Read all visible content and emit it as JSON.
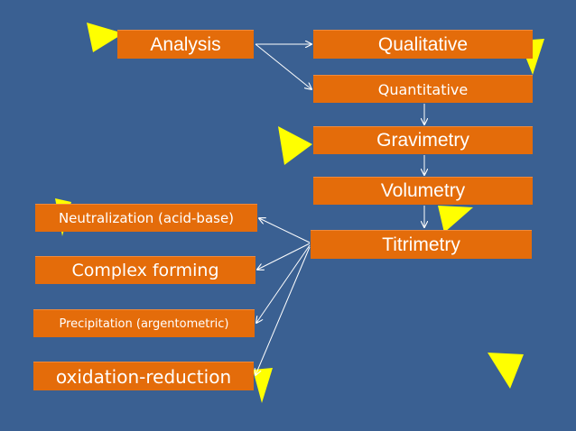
{
  "diagram": {
    "nodes": {
      "analysis": "Analysis",
      "qualitative": "Qualitative",
      "quantitative": "Quantitative",
      "gravimetry": "Gravimetry",
      "volumetry": "Volumetry",
      "titrimetry": "Titrimetry",
      "neutralization": "Neutralization (acid-base)",
      "complex_forming": "Complex forming",
      "precipitation": "Precipitation (argentometric)",
      "oxidation_reduction": "oxidation-reduction"
    },
    "edges": [
      [
        "analysis",
        "qualitative"
      ],
      [
        "analysis",
        "quantitative"
      ],
      [
        "quantitative",
        "gravimetry"
      ],
      [
        "gravimetry",
        "volumetry"
      ],
      [
        "volumetry",
        "titrimetry"
      ],
      [
        "titrimetry",
        "neutralization"
      ],
      [
        "titrimetry",
        "complex_forming"
      ],
      [
        "titrimetry",
        "precipitation"
      ],
      [
        "titrimetry",
        "oxidation_reduction"
      ]
    ]
  },
  "colors": {
    "background": "#3a6092",
    "box_fill": "#e46c0a",
    "box_text": "#ffffff",
    "arrow": "#ffffff",
    "decoration": "#ffff00"
  }
}
